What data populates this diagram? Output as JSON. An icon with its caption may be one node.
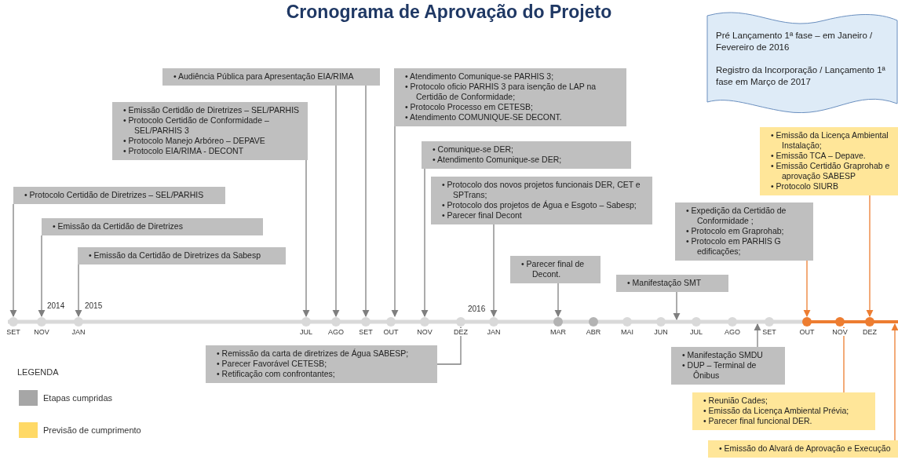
{
  "diagram": {
    "title": "Cronograma de Aprovação do Projeto",
    "nodes": [
      {
        "text": [
          "• Audiência Pública para Apresentação EIA/RIMA"
        ]
      },
      {
        "text": [
          "• Atendimento Comunique-se PARHIS 3;",
          "• Protocolo oficio PARHIS 3 para isenção de LAP na Certidão de Conformidade;",
          "• Protocolo Processo em CETESB;",
          "• Atendimento COMUNIQUE-SE DECONT."
        ]
      },
      {
        "text": [
          "Pré Lançamento 1ª fase – em Janeiro / Fevereiro de 2016",
          "Registro da Incorporação / Lançamento 1ª fase em Março de 2017"
        ]
      },
      {
        "text": [
          "• Emissão Certidão de Diretrizes – SEL/PARHIS",
          "• Protocolo Certidão de Conformidade – SEL/PARHIS 3",
          "• Protocolo Manejo Arbóreo – DEPAVE",
          "• Protocolo EIA/RIMA - DECONT"
        ]
      },
      {
        "text": [
          "• Comunique-se DER;",
          "• Atendimento Comunique-se DER;"
        ]
      },
      {
        "text": [
          "• Emissão da Licença Ambiental  Instalação;",
          "• Emissão TCA – Depave.",
          "• Emissão Certidão Graprohab e aprovação SABESP",
          "• Protocolo SIURB"
        ]
      },
      {
        "text": [
          "• Protocolo Certidão de Diretrizes – SEL/PARHIS"
        ]
      },
      {
        "text": [
          "• Protocolo dos novos projetos funcionais DER, CET e SPTrans;",
          "• Protocolo dos projetos de Água e Esgoto – Sabesp;",
          "• Parecer final Decont"
        ]
      },
      {
        "text": [
          "• Expedição da Certidão de Conformidade ;",
          "• Protocolo em Graprohab;",
          "• Protocolo em PARHIS G edificações;"
        ]
      },
      {
        "text": [
          "• Emissão da Certidão de Diretrizes"
        ]
      },
      {
        "text": [
          "• Emissão da Certidão de Diretrizes da Sabesp"
        ]
      },
      {
        "text": [
          "• Parecer final de Decont."
        ]
      },
      {
        "text": [
          "• Manifestação SMT"
        ]
      },
      {
        "text": [],
        "shape": "circle",
        "beside": [
          "SET"
        ]
      },
      {
        "text": [],
        "shape": "circle",
        "beside": [
          "NOV"
        ]
      },
      {
        "text": [],
        "shape": "circle",
        "beside": [
          "JAN"
        ]
      },
      {
        "text": [],
        "shape": "circle",
        "beside": [
          "JUL"
        ]
      },
      {
        "text": [],
        "shape": "circle",
        "beside": [
          "AGO"
        ]
      },
      {
        "text": [],
        "shape": "circle",
        "beside": [
          "SET"
        ]
      },
      {
        "text": [],
        "shape": "circle",
        "beside": [
          "OUT"
        ]
      },
      {
        "text": [],
        "shape": "circle",
        "beside": [
          "NOV"
        ]
      },
      {
        "text": [],
        "shape": "circle",
        "beside": [
          "DEZ"
        ]
      },
      {
        "text": [],
        "shape": "circle",
        "beside": [
          "JAN"
        ]
      },
      {
        "text": [],
        "shape": "circle",
        "beside": [
          "MAR"
        ]
      },
      {
        "text": [],
        "shape": "circle",
        "beside": [
          "ABR"
        ]
      },
      {
        "text": [],
        "shape": "circle",
        "beside": [
          "MAI"
        ]
      },
      {
        "text": [],
        "shape": "circle",
        "beside": [
          "JUN"
        ]
      },
      {
        "text": [],
        "shape": "circle",
        "beside": [
          "JUL"
        ]
      },
      {
        "text": [],
        "shape": "circle",
        "beside": [
          "AGO"
        ]
      },
      {
        "text": [],
        "shape": "circle",
        "beside": [
          "SET"
        ]
      },
      {
        "text": [],
        "shape": "circle",
        "beside": [
          "OUT"
        ]
      },
      {
        "text": [],
        "shape": "circle",
        "beside": [
          "NOV"
        ]
      },
      {
        "text": [],
        "shape": "circle",
        "beside": [
          "DEZ"
        ]
      },
      {
        "text": [
          "• Remissão da carta de diretrizes de Água SABESP;",
          "• Parecer Favorável CETESB;",
          "• Retificação com confrontantes;"
        ]
      },
      {
        "text": [
          "• Manifestação SMDU",
          "• DUP – Terminal de Ônibus"
        ]
      },
      {
        "text": [
          "• Reunião Cades;",
          "• Emissão da Licença Ambiental Prévia;",
          "• Parecer final funcional DER."
        ]
      },
      {
        "text": [
          "• Emissão do Alvará de Aprovação e Execução"
        ]
      },
      {
        "text": [],
        "shape": "bar"
      }
    ],
    "edges": [
      {
        "from": 6,
        "to": 13,
        "arrow": "to"
      },
      {
        "from": 9,
        "to": 14,
        "arrow": "to"
      },
      {
        "from": 10,
        "to": 15,
        "arrow": "to"
      },
      {
        "from": 3,
        "to": 16,
        "arrow": "to"
      },
      {
        "from": 0,
        "to": 17,
        "arrow": "to"
      },
      {
        "from": 0,
        "to": 18,
        "arrow": "to"
      },
      {
        "from": 1,
        "to": 19,
        "arrow": "to"
      },
      {
        "from": 4,
        "to": 20,
        "arrow": "to"
      },
      {
        "from": 33,
        "to": 21,
        "arrow": "to"
      },
      {
        "from": 7,
        "to": 22,
        "arrow": "to"
      },
      {
        "from": 11,
        "to": 23,
        "arrow": "to"
      },
      {
        "from": 12,
        "to": 37,
        "arrow": "to"
      },
      {
        "from": 34,
        "to": 37,
        "arrow": "to"
      },
      {
        "from": 8,
        "to": 30,
        "arrow": "to",
        "color": "#ed7d31"
      },
      {
        "from": 35,
        "to": 31,
        "arrow": "to",
        "color": "#ed7d31"
      },
      {
        "from": 5,
        "to": 32,
        "arrow": "to",
        "color": "#ed7d31"
      },
      {
        "from": 36,
        "to": 37,
        "arrow": "to",
        "color": "#ed7d31"
      }
    ],
    "labels": [
      "2014",
      "2015",
      "2016",
      "LEGENDA"
    ],
    "legend": [
      {
        "text": "Etapas cumpridas",
        "color": "#a6a6a6"
      },
      {
        "text": "Previsão de cumprimento",
        "color": "#ffd966"
      }
    ]
  }
}
